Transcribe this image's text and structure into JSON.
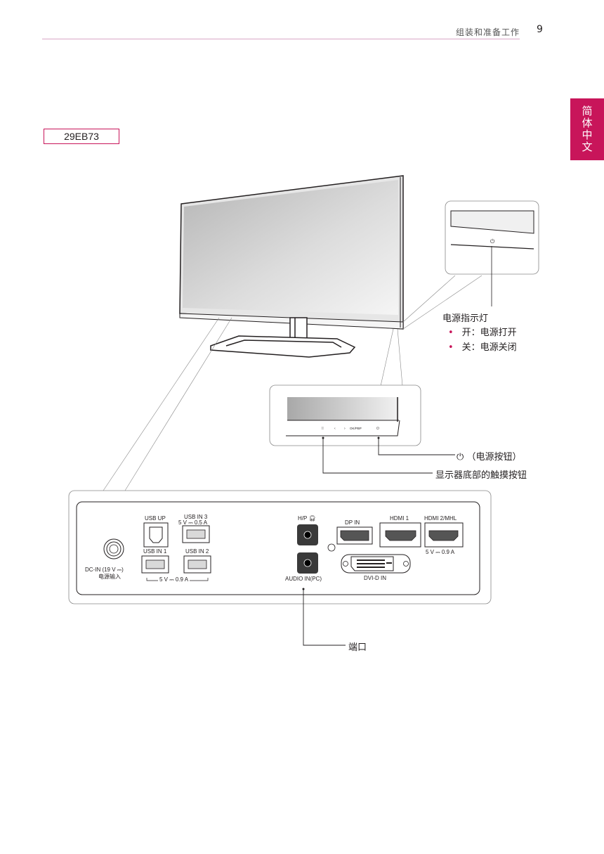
{
  "header": {
    "title": "组装和准备工作",
    "page_number": "9"
  },
  "side_tab": {
    "label": "简体中文"
  },
  "model": "29EB73",
  "callouts": {
    "power_indicator": {
      "title": "电源指示灯",
      "items": [
        "开：电源打开",
        "关：电源关闭"
      ]
    },
    "power_button": "（电源按钮）",
    "touch_buttons": "显示器底部的触摸按钮",
    "ports": "端口"
  },
  "button_strip": {
    "labels": [
      "⁞⁞",
      "‹",
      "›",
      "OK/PBP",
      "⏻"
    ]
  },
  "port_panel": {
    "dc_in": "DC-IN (19 V ⎓)",
    "dc_in_sub": "电源输入",
    "usb_up": "USB UP",
    "usb_in_3": "USB IN 3",
    "usb_in_3_rating": "5 V ⎓ 0.5 A",
    "usb_in_1": "USB IN 1",
    "usb_in_2": "USB IN 2",
    "usb_rating": "5 V ⎓ 0.9 A",
    "hp": "H/P",
    "audio_in": "AUDIO IN(PC)",
    "dp_in": "DP IN",
    "hdmi1": "HDMI 1",
    "hdmi2": "HDMI  2/MHL",
    "hdmi2_rating": "5 V ⎓ 0.9 A",
    "dvi": "DVI-D IN"
  }
}
